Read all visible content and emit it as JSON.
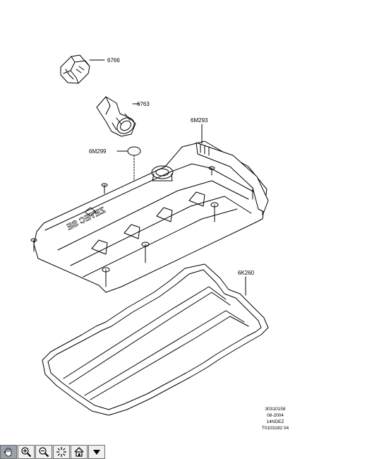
{
  "labels": {
    "oil_filler_cap": "6766",
    "oil_filler_neck": "6763",
    "cover_plug": "6M299",
    "cover_part": "6M293",
    "gasket": "6K260"
  },
  "casting_text": "ZETEC SE",
  "reference_block": [
    "30310158",
    "08-2004",
    "14NDEZ",
    "T0103192 04"
  ],
  "toolbar": {
    "buttons": [
      {
        "icon": "hand-pan-icon",
        "active": true
      },
      {
        "icon": "zoom-in-icon",
        "active": false
      },
      {
        "icon": "zoom-out-icon",
        "active": false
      },
      {
        "icon": "fit-view-icon",
        "active": false
      },
      {
        "icon": "home-icon",
        "active": false
      },
      {
        "icon": "dropdown-arrow-icon",
        "active": false
      }
    ]
  },
  "colors": {
    "line": "#000000",
    "background": "#ffffff",
    "toolbar_active": "#9aa3ad"
  }
}
